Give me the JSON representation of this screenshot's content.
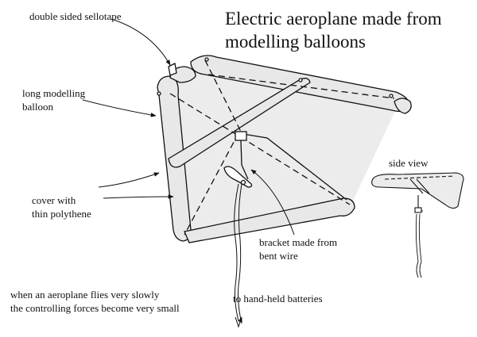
{
  "title": {
    "line1": "Electric aeroplane made from",
    "line2": "modelling balloons"
  },
  "labels": {
    "tape": "double sided sellotape",
    "balloon": [
      "long modelling",
      "balloon"
    ],
    "cover": [
      "cover with",
      "thin polythene"
    ],
    "bracket": [
      "bracket made from",
      "bent wire"
    ],
    "side_view": "side view",
    "batteries": "to hand-held batteries",
    "note": [
      "when an aeroplane flies very slowly",
      "the controlling forces become very small"
    ]
  },
  "colors": {
    "cover_fill": "#ececec",
    "balloon_fill": "#e8e8e8",
    "ink": "#111111"
  }
}
